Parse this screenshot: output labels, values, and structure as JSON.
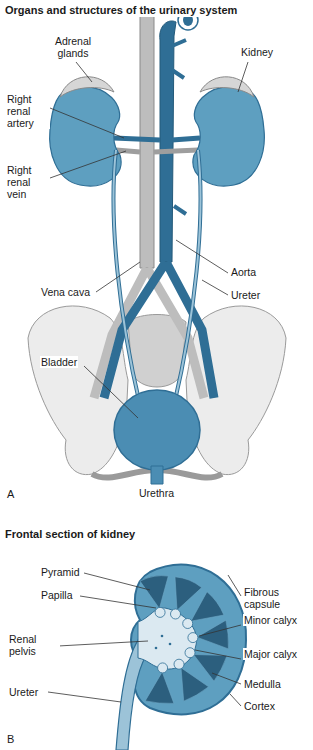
{
  "diagram": {
    "labels": [
      "Organs and structures of the urinary system",
      "Adrenal glands",
      "Kidney",
      "Right renal artery",
      "Right renal vein",
      "Aorta",
      "Vena cava",
      "Ureter",
      "Bladder",
      "Urethra",
      "A",
      "Frontal section of kidney",
      "Pyramid",
      "Papilla",
      "Fibrous capsule",
      "Minor calyx",
      "Renal pelvis",
      "Major calyx",
      "Medulla",
      "Ureter",
      "Cortex",
      "B"
    ]
  }
}
